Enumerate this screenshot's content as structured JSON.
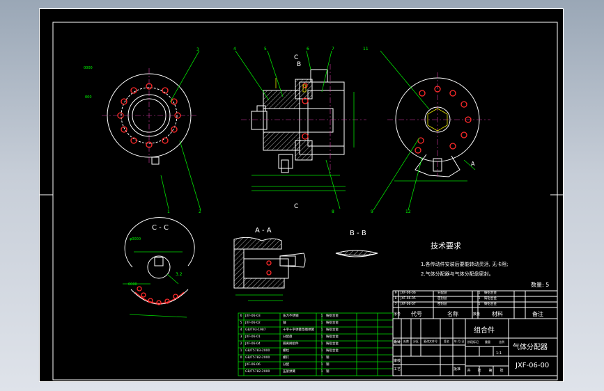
{
  "drawing": {
    "part_name": "气体分配器",
    "drawing_number": "JXF-06-00",
    "assembly_label": "组合件",
    "quantity_note": "数量: 5",
    "tech_req_title": "技术要求",
    "tech_req_items": [
      "1.各传动件安装后要能转动灵活, 无卡阻;",
      "2.气体分配器与气体分配盘密封。"
    ],
    "section_labels": {
      "cc": "C - C",
      "aa": "A - A",
      "bb": "B - B"
    },
    "balloon_numbers": {
      "left_top": "3",
      "left_bottom1": "1",
      "left_bottom2": "2",
      "mid_top1": "4",
      "mid_top2": "5",
      "mid_c": "C",
      "mid_b": "B",
      "mid_top3": "6",
      "mid_top4": "7",
      "mid_bottom": "8",
      "mid_c_bottom": "C",
      "right_top": "11",
      "right_bottom1": "9",
      "right_bottom2": "12",
      "right_a": "A"
    },
    "title_block": {
      "header_cols": [
        "序号",
        "代号",
        "名称",
        "数量",
        "材料",
        "备注"
      ],
      "assembly_rows": [
        [
          "9",
          "JXF-06-06",
          "分配盘",
          "1",
          "铸铝合金"
        ],
        [
          "8",
          "JXF-06-05",
          "密封盘",
          "1",
          "铸铝合金"
        ],
        [
          "7",
          "JXF-06-07",
          "密封盘",
          "1",
          "铸铝合金"
        ]
      ],
      "parts_rows": [
        [
          "6",
          "JXF-06-03",
          "压力不锈钢",
          "1",
          "铸铝合金"
        ],
        [
          "5",
          "JXF-06-02",
          "轴",
          "1",
          "铸铝合金"
        ],
        [
          "4",
          "GB/T93-1987",
          "十字十字弹簧垫圈弹簧",
          "1",
          "铸铝合金"
        ],
        [
          "3",
          "JXF-06-01",
          "分配盘",
          "1",
          "铸铝合金"
        ],
        [
          "2",
          "JXF-06-04",
          "隔离阀组件",
          "1",
          "铸铝合金"
        ],
        [
          "1",
          "GB/T5783-2000",
          "螺栓",
          "1",
          "铸铝合金"
        ],
        [
          "0",
          "GB/T5782-2000",
          "螺钉",
          "1",
          "钢"
        ],
        [
          "",
          "JXF-06-06",
          "分配",
          "1",
          "钢"
        ],
        [
          "",
          "GB/T5782-2000",
          "压紧弹簧",
          "1",
          "钢"
        ]
      ],
      "approval_labels": [
        "标记",
        "处数",
        "分区",
        "更改文件号",
        "签名",
        "年.月.日"
      ],
      "role_labels": [
        "设计",
        "审核",
        "工艺",
        "批准"
      ],
      "scale_labels": [
        "阶段标记",
        "重量",
        "比例"
      ],
      "sheet_labels": [
        "共",
        "张",
        "第",
        "张"
      ],
      "scale_value": "1:1"
    }
  }
}
